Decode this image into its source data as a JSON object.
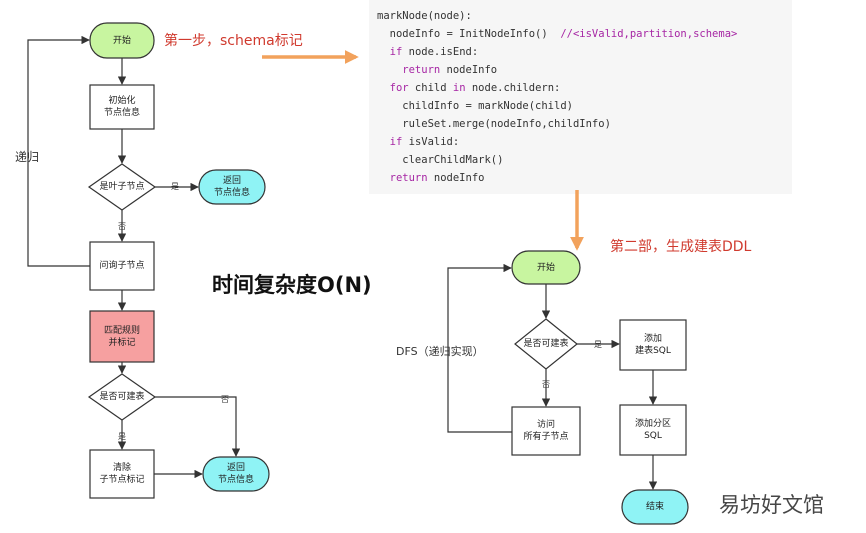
{
  "flow1": {
    "start": "开始",
    "init": "初始化\n节点信息",
    "is_leaf": "是叶子节点",
    "yes_label_1": "是",
    "return_1": "返回\n节点信息",
    "no_label_1": "否",
    "query_children": "问询子节点",
    "recursion": "递归",
    "match_rule": "匹配规则\n并标记",
    "can_build": "是否可建表",
    "no_label_2": "否",
    "yes_label_2": "是",
    "clear_mark": "清除\n子节点标记",
    "return_2": "返回\n节点信息"
  },
  "notes": {
    "step1": "第一步，schema标记",
    "step2": "第二部，生成建表DDL",
    "complexity": "时间复杂度O(N)"
  },
  "code": {
    "l1": "markNode(node):",
    "l2a": "  nodeInfo = InitNodeInfo()  ",
    "l2b": "//<isValid,partition,schema>",
    "l3a": "  if",
    "l3b": " node.isEnd:",
    "l4a": "    return",
    "l4b": " nodeInfo",
    "l5a": "  for",
    "l5b": " child ",
    "l5c": "in",
    "l5d": " node.childern:",
    "l6": "    childInfo = markNode(child)",
    "l7": "    ruleSet.merge(nodeInfo,childInfo)",
    "l8a": "  if",
    "l8b": " isValid:",
    "l9": "    clearChildMark()",
    "l10a": "  return",
    "l10b": " nodeInfo"
  },
  "flow2": {
    "start": "开始",
    "can_build": "是否可建表",
    "yes_label": "是",
    "no_label": "否",
    "add_table_sql": "添加\n建表SQL",
    "add_partition_sql": "添加分区\nSQL",
    "visit_children": "访问\n所有子节点",
    "dfs": "DFS（递归实现）",
    "end": "结束"
  },
  "watermark": "易坊好文馆",
  "colors": {
    "start_fill": "#c8f5a0",
    "return_fill": "#8ff3f5",
    "highlight_fill": "#f6a0a0",
    "note_red": "#d03a2e",
    "arrow_orange": "#f2a25c"
  }
}
